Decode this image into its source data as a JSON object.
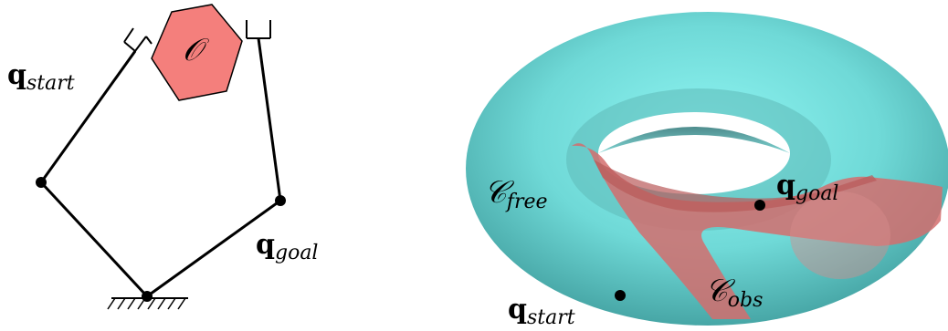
{
  "left": {
    "obstacle": "𝒪",
    "start": {
      "q": "q",
      "sub": "start"
    },
    "goal": {
      "q": "q",
      "sub": "goal"
    }
  },
  "right": {
    "c_free": {
      "c": "𝒞",
      "sub": "free"
    },
    "c_obs": {
      "c": "𝒞",
      "sub": "obs"
    },
    "goal": {
      "q": "q",
      "sub": "goal"
    },
    "start": {
      "q": "q",
      "sub": "start"
    }
  },
  "colors": {
    "obstacle_fill": "#f47f7c",
    "torus": "#7fe8e6",
    "c_obs_region": "#d36d6d"
  }
}
